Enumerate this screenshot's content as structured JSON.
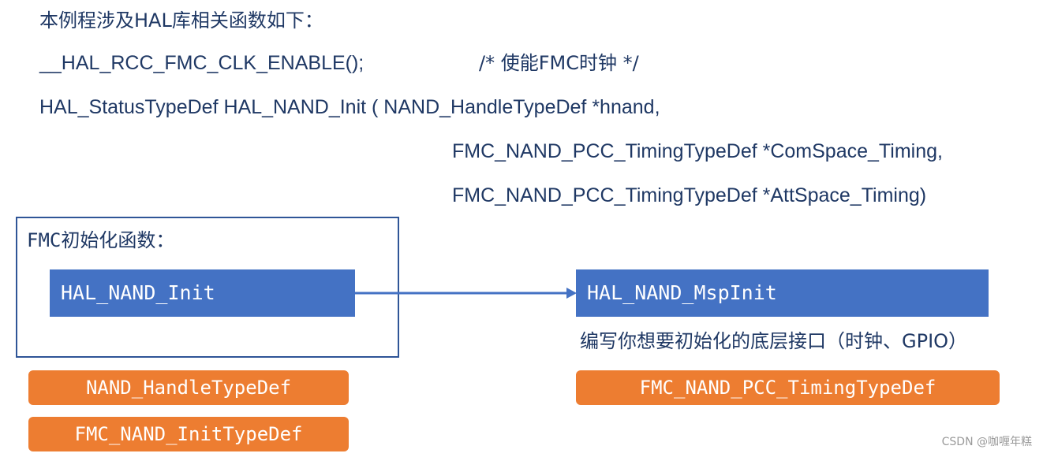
{
  "intro": "本例程涉及HAL库相关函数如下：",
  "code": {
    "clk_enable": "__HAL_RCC_FMC_CLK_ENABLE();",
    "clk_comment": "/* 使能FMC时钟 */",
    "init_sig_line1": "HAL_StatusTypeDef HAL_NAND_Init ( NAND_HandleTypeDef *hnand,",
    "init_sig_line2": "FMC_NAND_PCC_TimingTypeDef *ComSpace_Timing,",
    "init_sig_line3": "FMC_NAND_PCC_TimingTypeDef *AttSpace_Timing)"
  },
  "diagram": {
    "frame_title": "FMC初始化函数：",
    "init_box": "HAL_NAND_Init",
    "msp_box": "HAL_NAND_MspInit",
    "msp_caption": "编写你想要初始化的底层接口（时钟、GPIO）",
    "left_types": [
      "NAND_HandleTypeDef",
      "FMC_NAND_InitTypeDef"
    ],
    "right_type": "FMC_NAND_PCC_TimingTypeDef"
  },
  "watermark": "CSDN @咖喱年糕",
  "colors": {
    "text": "#1f3864",
    "blue_box": "#4472c4",
    "orange_box": "#ed7d31",
    "frame_border": "#2f5597"
  }
}
